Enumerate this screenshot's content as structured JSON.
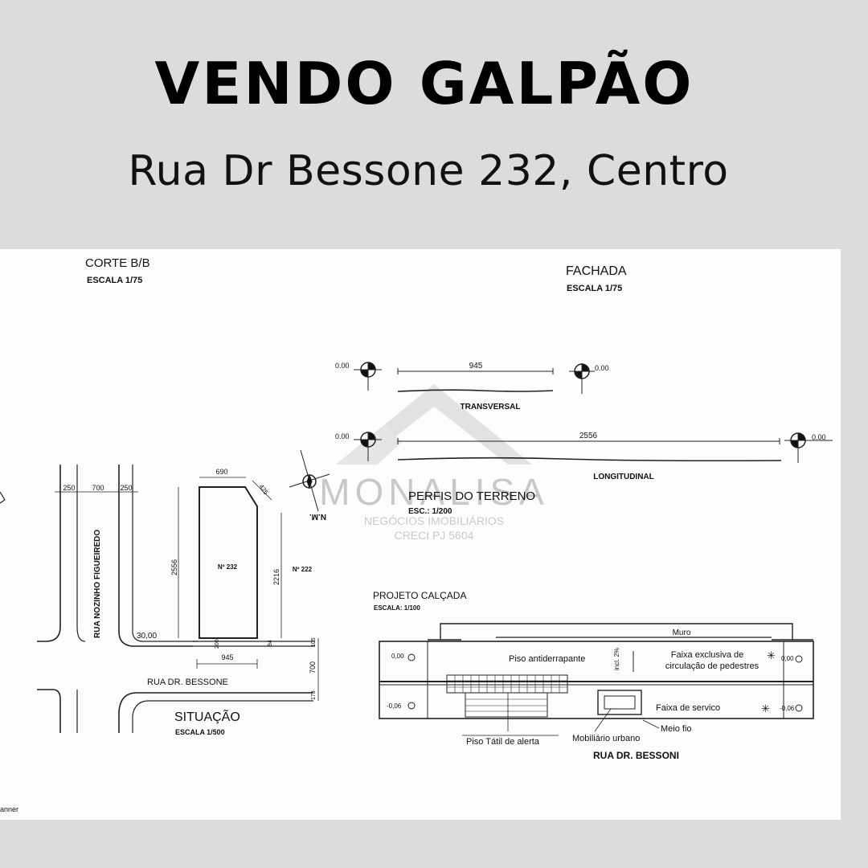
{
  "header": {
    "title": "VENDO GALPÃO",
    "address": "Rua Dr Bessone 232, Centro"
  },
  "drawing": {
    "corte": {
      "title": "CORTE B/B",
      "scale": "ESCALA 1/75"
    },
    "fachada": {
      "title": "FACHADA",
      "scale": "ESCALA 1/75"
    },
    "perfis": {
      "title": "PERFIS DO TERRENO",
      "scale": "ESC.: 1/200",
      "transversal_label": "TRANSVERSAL",
      "transversal_length": "945",
      "longitudinal_label": "LONGITUDINAL",
      "longitudinal_length": "2556",
      "level": "0.00"
    },
    "situacao": {
      "title": "SITUAÇÃO",
      "scale": "ESCALA 1/500",
      "street_vertical": "RUA NOZINHO FIGUEIREDO",
      "street_horizontal": "RUA DR. BESSONE",
      "lot_number": "Nº 232",
      "neighbor_number": "Nº 222",
      "north": "N.M.",
      "dims": {
        "sidewalk_left": "250",
        "street_width": "700",
        "sidewalk_right": "250",
        "lot_top": "690",
        "lot_corner": "425",
        "lot_depth": "2556",
        "neighbor_depth": "2216",
        "corner_offset": "30,00",
        "front_gap": "200",
        "side_gap": "94",
        "front_width": "945",
        "sidewalk_front": "105",
        "street_front": "700",
        "sidewalk_far": "173"
      }
    },
    "calcada": {
      "title": "PROJETO CALÇADA",
      "scale": "ESCALA: 1/100",
      "muro": "Muro",
      "piso_antiderrapante": "Piso antiderrapante",
      "incl": "incl. 2%",
      "faixa_exclusiva_1": "Faixa exclusiva de",
      "faixa_exclusiva_2": "circulação de pedestres",
      "faixa_servico": "Faixa de servico",
      "meio_fio": "Meio fio",
      "piso_tatil": "Piso Tátil de alerta",
      "mobiliario": "Mobiliário urbano",
      "street": "RUA DR. BESSONI",
      "level_top": "0,00",
      "level_bottom": "-0,06"
    },
    "watermark": {
      "brand": "MONALISA",
      "line1": "NEGÓCIOS IMOBILIÁRIOS",
      "line2": "CRECI PJ 5604"
    },
    "scanner_text": "anner"
  }
}
